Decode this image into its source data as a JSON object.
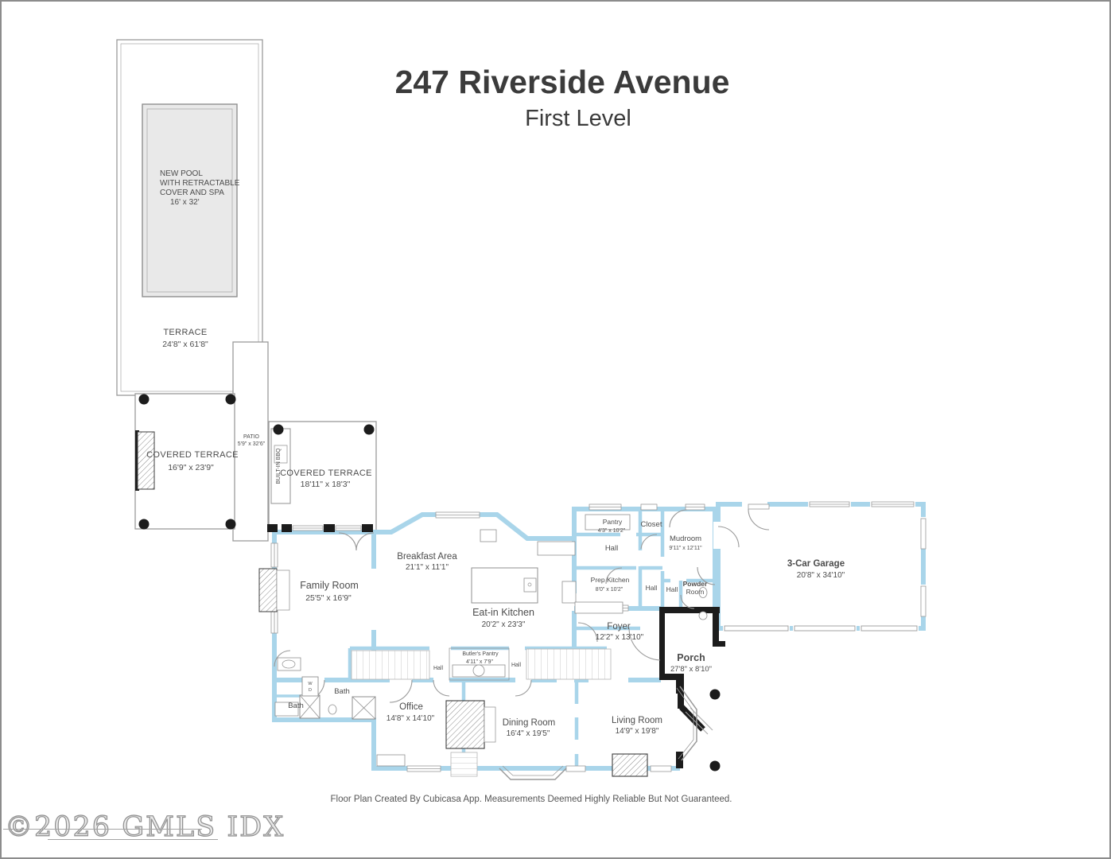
{
  "title": {
    "line1": "247 Riverside Avenue",
    "line2": "First Level"
  },
  "outdoor": {
    "pool": {
      "l1": "NEW POOL",
      "l2": "WITH RETRACTABLE",
      "l3": "COVER AND SPA",
      "l4": "16' x 32'"
    },
    "terrace": {
      "name": "TERRACE",
      "dims": "24'8\" x 61'8\""
    },
    "covered_terrace_left": {
      "name": "COVERED TERRACE",
      "dims": "16'9\" x 23'9\""
    },
    "patio": {
      "name": "PATIO",
      "dims": "5'9\" x 32'6\""
    },
    "covered_terrace_right": {
      "name": "COVERED TERRACE",
      "dims": "18'11\" x 18'3\""
    },
    "bbq": {
      "name": "BUILT-IN BBQ"
    }
  },
  "rooms": {
    "family": {
      "name": "Family Room",
      "dims": "25'5\" x 16'9\""
    },
    "breakfast": {
      "name": "Breakfast Area",
      "dims": "21'1\" x 11'1\""
    },
    "kitchen": {
      "name": "Eat-in Kitchen",
      "dims": "20'2\" x 23'3\""
    },
    "pantry": {
      "name": "Pantry",
      "dims": "4'3\" x 10'2\""
    },
    "closet": {
      "name": "Closet"
    },
    "hall_top": {
      "name": "Hall"
    },
    "mudroom": {
      "name": "Mudroom",
      "dims": "9'11\" x 12'11\""
    },
    "prep_kitchen": {
      "name": "Prep Kitchen",
      "dims": "8'0\" x 10'2\""
    },
    "hall_mid_left": {
      "name": "Hall"
    },
    "hall_mid_right": {
      "name": "Hall"
    },
    "powder": {
      "line1": "Powder",
      "line2": "Room"
    },
    "garage": {
      "name": "3-Car Garage",
      "dims": "20'8\" x 34'10\""
    },
    "foyer": {
      "name": "Foyer",
      "dims": "12'2\" x 13'10\""
    },
    "porch": {
      "name": "Porch",
      "dims": "27'8\" x 8'10\""
    },
    "butlers_pantry": {
      "name": "Butler's Pantry",
      "dims": "4'11\" x 7'9\""
    },
    "hall_stair_left": {
      "name": "Hall"
    },
    "hall_stair_right": {
      "name": "Hall"
    },
    "bath_left": {
      "name": "Bath"
    },
    "bath_mid": {
      "name": "Bath"
    },
    "washer_dryer": {
      "line1": "W",
      "line2": "D"
    },
    "office": {
      "name": "Office",
      "dims": "14'8\" x 14'10\""
    },
    "dining": {
      "name": "Dining Room",
      "dims": "16'4\" x 19'5\""
    },
    "living": {
      "name": "Living Room",
      "dims": "14'9\" x 19'8\""
    }
  },
  "footer": {
    "disclaimer": "Floor Plan Created By Cubicasa App. Measurements Deemed Highly Reliable But Not Guaranteed."
  },
  "watermark": {
    "text": "©2026 GMLS IDX"
  },
  "colors": {
    "wall_blue": "#a9d5ea",
    "porch_black": "#1c1c1c",
    "thin_gray": "#9a9a9a",
    "pool_gray": "#e9e9e9",
    "label_gray": "#4c4c4c"
  }
}
